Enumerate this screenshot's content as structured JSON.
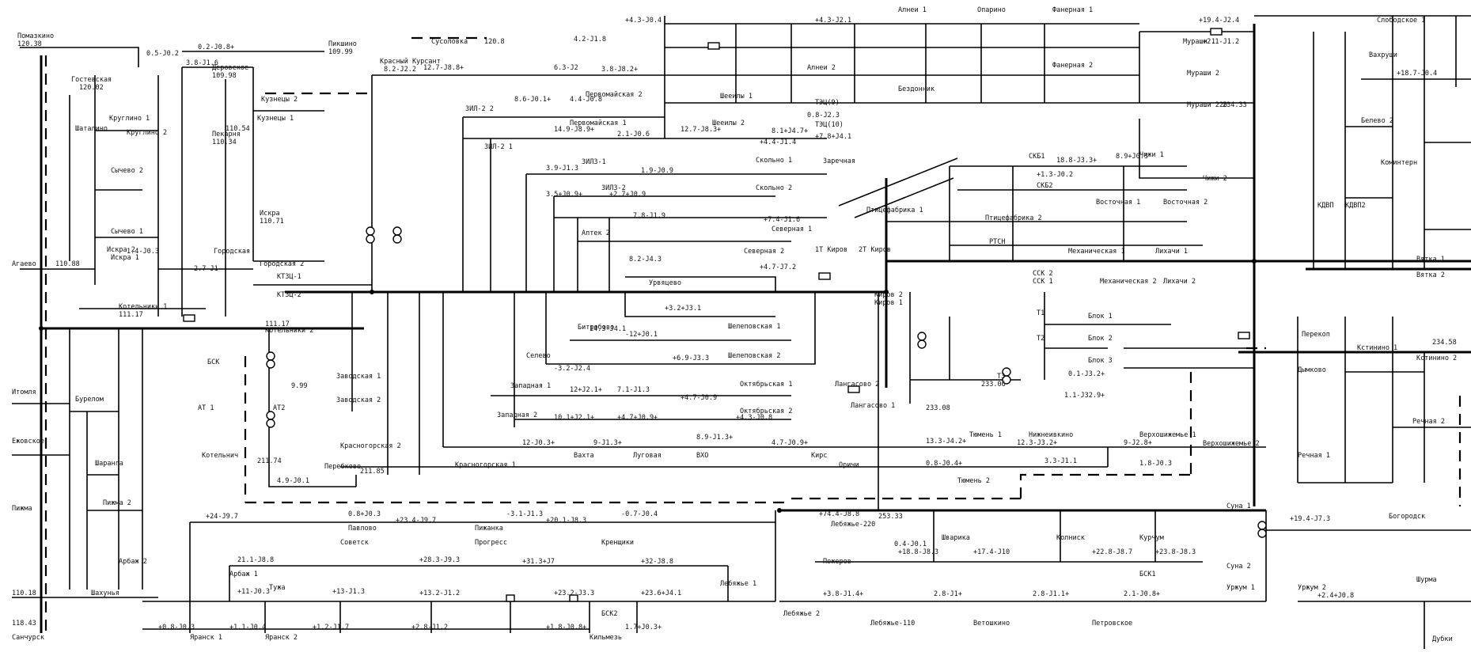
{
  "diagram": {
    "labels": [
      {
        "id": "pomazkino",
        "text": "Помазкино"
      },
      {
        "id": "pomazkino-v",
        "text": "120.38"
      },
      {
        "id": "gostevskaya",
        "text": "Гостевская"
      },
      {
        "id": "gostevskaya-v",
        "text": "120.02"
      },
      {
        "id": "kruglino1",
        "text": "Круглино 1"
      },
      {
        "id": "kruglino2",
        "text": "Круглино 2"
      },
      {
        "id": "shatalino",
        "text": "Шаталино"
      },
      {
        "id": "sychevo2",
        "text": "Сычево 2"
      },
      {
        "id": "sychevo1",
        "text": "Сычево 1"
      },
      {
        "id": "agaevo",
        "text": "Агаево"
      },
      {
        "id": "agaevo-v",
        "text": "110.88"
      },
      {
        "id": "kotelniki1",
        "text": "Котельники 1"
      },
      {
        "id": "kotelniki1-v",
        "text": "111.17"
      },
      {
        "id": "kotelniki2",
        "text": "Котельники 2"
      },
      {
        "id": "kotelniki2-v",
        "text": "111.17"
      },
      {
        "id": "iskra2",
        "text": "Искра 2"
      },
      {
        "id": "iskra1",
        "text": "Искра 1"
      },
      {
        "id": "gorodskaya",
        "text": "Городская"
      },
      {
        "id": "gorodskaya2",
        "text": "Городская 2"
      },
      {
        "id": "kuznetsy2",
        "text": "Кузнецы 2"
      },
      {
        "id": "kuznetsy1",
        "text": "Кузнецы 1"
      },
      {
        "id": "derovskoe",
        "text": "Деровское"
      },
      {
        "id": "derovskoe-v",
        "text": "109.98"
      },
      {
        "id": "pekarnya",
        "text": "Пекарня"
      },
      {
        "id": "pekarnya-v",
        "text": "110.34"
      },
      {
        "id": "pikshino",
        "text": "Пикшино"
      },
      {
        "id": "pikshino-v",
        "text": "109.99"
      },
      {
        "id": "iskra",
        "text": "Искра"
      },
      {
        "id": "iskra-v",
        "text": "110.71"
      },
      {
        "id": "ktz-1",
        "text": "КТЗЦ-1"
      },
      {
        "id": "ktz-2",
        "text": "КТЗЦ-2"
      },
      {
        "id": "krasny-kursant",
        "text": "Красный Курсант"
      },
      {
        "id": "sosolovka",
        "text": "Сусоловка"
      },
      {
        "id": "sosolovka-v",
        "text": "120.8"
      },
      {
        "id": "zil2",
        "text": "ЗИЛ-2 2"
      },
      {
        "id": "zil2b",
        "text": "ЗИЛ-2 1"
      },
      {
        "id": "pervomaiskaya2",
        "text": "Первомайская 2"
      },
      {
        "id": "pervomaiskaya1",
        "text": "Первомайская 1"
      },
      {
        "id": "sheremetevo1",
        "text": "Шееилы 1"
      },
      {
        "id": "sheremetevo2",
        "text": "Шееилы 2"
      },
      {
        "id": "tets9",
        "text": "ТЭЦ(9)"
      },
      {
        "id": "tets10",
        "text": "ТЭЦ(10)"
      },
      {
        "id": "zarechnaya",
        "text": "Заречная"
      },
      {
        "id": "zil3",
        "text": "ЗИЛ3-1"
      },
      {
        "id": "zil3b",
        "text": "ЗИЛ3-2"
      },
      {
        "id": "skolnino1",
        "text": "Скольно 1"
      },
      {
        "id": "skolnino2",
        "text": "Скольно 2"
      },
      {
        "id": "severnaya1",
        "text": "Северная 1"
      },
      {
        "id": "severnaya2",
        "text": "Северная 2"
      },
      {
        "id": "aptek",
        "text": "Аптек 2"
      },
      {
        "id": "urevo",
        "text": "Урвяцево"
      },
      {
        "id": "bitrovo",
        "text": "Битробово"
      },
      {
        "id": "shelepovskaya1",
        "text": "Шелеповская 1"
      },
      {
        "id": "shelepovskaya2",
        "text": "Шелеповская 2"
      },
      {
        "id": "selovo",
        "text": "Селево"
      },
      {
        "id": "zapadnaya1",
        "text": "Западная 1"
      },
      {
        "id": "zapadnaya2",
        "text": "Западная 2"
      },
      {
        "id": "oktyabrskaya1",
        "text": "Октябрьская 1"
      },
      {
        "id": "oktyabrskaya2",
        "text": "Октябрьская 2"
      },
      {
        "id": "zavodskaya1",
        "text": "Заводская 1"
      },
      {
        "id": "zavodskaya2",
        "text": "Заводская 2"
      },
      {
        "id": "krasnogorskaya",
        "text": "Красногорская 1"
      },
      {
        "id": "krasnogorskaya2",
        "text": "Красногорская 2"
      },
      {
        "id": "1tkirov",
        "text": "1Т Киров"
      },
      {
        "id": "2tkirov",
        "text": "2Т Киров"
      },
      {
        "id": "kirov1",
        "text": "Киров 1"
      },
      {
        "id": "kirov2",
        "text": "Киров 2"
      },
      {
        "id": "lagosovo",
        "text": "Лангасово 2"
      },
      {
        "id": "lagosovo1",
        "text": "Лангасово 1"
      },
      {
        "id": "ptitsefabrika1",
        "text": "Птицефабрика 1"
      },
      {
        "id": "ptitsefabrika2",
        "text": "Птицефабрика 2"
      },
      {
        "id": "rtsn",
        "text": "РТСН"
      },
      {
        "id": "skb1",
        "text": "СКБ1"
      },
      {
        "id": "skb2",
        "text": "СКБ2"
      },
      {
        "id": "ssk1",
        "text": "ССК 1"
      },
      {
        "id": "ssk2",
        "text": "ССК 2"
      },
      {
        "id": "vostochnaya1",
        "text": "Восточная 1"
      },
      {
        "id": "vostochnaya2",
        "text": "Восточная 2"
      },
      {
        "id": "chizhi1",
        "text": "Чижи 1"
      },
      {
        "id": "chizhi2",
        "text": "Чижи 2"
      },
      {
        "id": "mekhanicheskaya1",
        "text": "Механическая 1"
      },
      {
        "id": "mekhanicheskaya2",
        "text": "Механическая 2"
      },
      {
        "id": "likhachi1",
        "text": "Лихачи 1"
      },
      {
        "id": "likhachi2",
        "text": "Лихачи 2"
      },
      {
        "id": "blok1",
        "text": "Блок 1"
      },
      {
        "id": "blok2",
        "text": "Блок 2"
      },
      {
        "id": "blok3",
        "text": "Блок 3"
      },
      {
        "id": "t1",
        "text": "Т1"
      },
      {
        "id": "t2",
        "text": "Т2"
      },
      {
        "id": "t3",
        "text": "Т3"
      },
      {
        "id": "kirov-v",
        "text": "233.06"
      },
      {
        "id": "kirov-v2",
        "text": "233.08"
      },
      {
        "id": "at1",
        "text": "АТ 1"
      },
      {
        "id": "at2",
        "text": "АТ2"
      },
      {
        "id": "murashi1",
        "text": "Мураши 1"
      },
      {
        "id": "murashi2",
        "text": "Мураши 2"
      },
      {
        "id": "murashi220",
        "text": "Мураши 220"
      },
      {
        "id": "murashi220-v",
        "text": "234.33"
      },
      {
        "id": "alekseevo1",
        "text": "Алнеи 1"
      },
      {
        "id": "alekseevo2",
        "text": "Алнеи 2"
      },
      {
        "id": "bezdonnik",
        "text": "Бездонник"
      },
      {
        "id": "fanernaya1",
        "text": "Фанерная 1"
      },
      {
        "id": "fanernaya2",
        "text": "Фанерная 2"
      },
      {
        "id": "opatino",
        "text": "Опарино"
      },
      {
        "id": "slobodskoe1",
        "text": "Слободское 1"
      },
      {
        "id": "vakhrushi",
        "text": "Вахруши"
      },
      {
        "id": "belevo2",
        "text": "Белево 2"
      },
      {
        "id": "kominter",
        "text": "Коминтерн"
      },
      {
        "id": "kdvp",
        "text": "КДВП"
      },
      {
        "id": "kdvp2",
        "text": "КДВП2"
      },
      {
        "id": "vyatka1",
        "text": "Вятка 1"
      },
      {
        "id": "vyatka2",
        "text": "Вятка 2"
      },
      {
        "id": "kstinino1",
        "text": "Кстинино 1"
      },
      {
        "id": "kstinino2",
        "text": "Кстинино 2"
      },
      {
        "id": "kstinino-v",
        "text": "234.58"
      },
      {
        "id": "perekop",
        "text": "Перекоп"
      },
      {
        "id": "dymkovo",
        "text": "Дымково"
      },
      {
        "id": "rechnaya1",
        "text": "Речная 1"
      },
      {
        "id": "rechnaya2",
        "text": "Речная 2"
      },
      {
        "id": "verkhoshizhemye1",
        "text": "Верхошижемье 1"
      },
      {
        "id": "verkhoshizhemye2",
        "text": "Верхошижемье 2"
      },
      {
        "id": "tyumen1",
        "text": "Тюмень 1"
      },
      {
        "id": "tyumen2",
        "text": "Тюмень 2"
      },
      {
        "id": "nizhneivkino",
        "text": "Нижнеивкино"
      },
      {
        "id": "orichi",
        "text": "Оричи"
      },
      {
        "id": "vakhta",
        "text": "Вахта"
      },
      {
        "id": "lugovaya",
        "text": "Луговая"
      },
      {
        "id": "vkhk",
        "text": "ВХО"
      },
      {
        "id": "kirs",
        "text": "Кирс"
      },
      {
        "id": "perebkovo",
        "text": "Перебково"
      },
      {
        "id": "kotelnich",
        "text": "Котельнич"
      },
      {
        "id": "itomlya",
        "text": "Итомля"
      },
      {
        "id": "burelom",
        "text": "Бурелом"
      },
      {
        "id": "sharanga",
        "text": "Шаранга"
      },
      {
        "id": "pizhma2",
        "text": "Пижма 2"
      },
      {
        "id": "pizhma",
        "text": "Пижма"
      },
      {
        "id": "shakhunya",
        "text": "Шахунья"
      },
      {
        "id": "shakhunya-v",
        "text": "110.18"
      },
      {
        "id": "ezhovskoe",
        "text": "Ежовское"
      },
      {
        "id": "arbazh1",
        "text": "Арбаж 1"
      },
      {
        "id": "arbazh2",
        "text": "Арбаж 2"
      },
      {
        "id": "tuzha",
        "text": "Тужа"
      },
      {
        "id": "sovetsk",
        "text": "Советск"
      },
      {
        "id": "progress",
        "text": "Прогресс"
      },
      {
        "id": "krechenki",
        "text": "Кренщики"
      },
      {
        "id": "lebyazhye1",
        "text": "Лебяжье 1"
      },
      {
        "id": "lebyazhye2",
        "text": "Лебяжье 2"
      },
      {
        "id": "lebyazhye220",
        "text": "Лебяжье-220"
      },
      {
        "id": "lebyazhye110",
        "text": "Лебяжье-110"
      },
      {
        "id": "pizhanka",
        "text": "Пижанка"
      },
      {
        "id": "pavlovo",
        "text": "Павлово"
      },
      {
        "id": "shvarikha",
        "text": "Шварика"
      },
      {
        "id": "kolnish",
        "text": "Колниск"
      },
      {
        "id": "kurchum",
        "text": "Курчум"
      },
      {
        "id": "urzhum1",
        "text": "Уржум 1"
      },
      {
        "id": "urzhum2",
        "text": "Уржум 2"
      },
      {
        "id": "vatoshino",
        "text": "Ветошкино"
      },
      {
        "id": "petrovskoe",
        "text": "Петровское"
      },
      {
        "id": "sanchursk",
        "text": "Санчурск"
      },
      {
        "id": "yaransk1",
        "text": "Яранск 1"
      },
      {
        "id": "yaransk2",
        "text": "Яранск 2"
      },
      {
        "id": "kilmez",
        "text": "Кильмезь"
      },
      {
        "id": "suna1",
        "text": "Суна 1"
      },
      {
        "id": "suna2",
        "text": "Суна 2"
      },
      {
        "id": "bogorodsk",
        "text": "Богородск"
      },
      {
        "id": "shurma",
        "text": "Шурма"
      },
      {
        "id": "dubki",
        "text": "Дубки"
      },
      {
        "id": "bsk",
        "text": "БСК"
      },
      {
        "id": "bsk1",
        "text": "БСК1"
      },
      {
        "id": "bsk2",
        "text": "БСК2"
      },
      {
        "id": "pomeroy",
        "text": "Пожеров"
      },
      {
        "id": "verkhsunye",
        "text": "118.43"
      }
    ],
    "values": [
      {
        "id": "v1",
        "text": "0.2-J0.8+"
      },
      {
        "id": "v2",
        "text": "3.8-J1.6"
      },
      {
        "id": "v3",
        "text": "0.5-J0.2"
      },
      {
        "id": "v4",
        "text": "12.7-J8.8+"
      },
      {
        "id": "v5",
        "text": "8.2-J2.2"
      },
      {
        "id": "v6",
        "text": "6.3-J2"
      },
      {
        "id": "v7",
        "text": "3.8-J8.2+"
      },
      {
        "id": "v8",
        "text": "+4.3-J0.4"
      },
      {
        "id": "v9",
        "text": "4.2-J1.8"
      },
      {
        "id": "v10",
        "text": "+19.4-J2.4"
      },
      {
        "id": "v11",
        "text": "+2.1-J1.2"
      },
      {
        "id": "v12",
        "text": "+18.7-J0.4"
      },
      {
        "id": "v13",
        "text": "+4.3-J2.1"
      },
      {
        "id": "v14",
        "text": "8.6-J0.1+"
      },
      {
        "id": "v15",
        "text": "4.4-J0.8"
      },
      {
        "id": "v16",
        "text": "14.9-J8.9+"
      },
      {
        "id": "v17",
        "text": "2.1-J0.6"
      },
      {
        "id": "v18",
        "text": "12.7-J8.3+"
      },
      {
        "id": "v19",
        "text": "+4.4-J1.4"
      },
      {
        "id": "v20",
        "text": "0.8-J2.3"
      },
      {
        "id": "v21",
        "text": "8.1+J4.7+"
      },
      {
        "id": "v22",
        "text": "+7.8+J4.1"
      },
      {
        "id": "v23",
        "text": "3.9-J1.3"
      },
      {
        "id": "v24",
        "text": "1.9-J0.9"
      },
      {
        "id": "v25",
        "text": "3.5+J0.9+"
      },
      {
        "id": "v26",
        "text": "+2.7+J0.9"
      },
      {
        "id": "v27",
        "text": "7.8-J1.9"
      },
      {
        "id": "v28",
        "text": "+7.4-J1.6"
      },
      {
        "id": "v29",
        "text": "8.2-J4.3"
      },
      {
        "id": "v30",
        "text": "+4.7-J7.2"
      },
      {
        "id": "v31",
        "text": "+3.2+J3.1"
      },
      {
        "id": "v32",
        "text": "14.3-J4.1"
      },
      {
        "id": "v33",
        "text": "-12+J0.1"
      },
      {
        "id": "v34",
        "text": "+6.9-J3.3"
      },
      {
        "id": "v35",
        "text": "-3.2-J2.4"
      },
      {
        "id": "v36",
        "text": "12+J2.1+"
      },
      {
        "id": "v37",
        "text": "7.1-J1.3"
      },
      {
        "id": "v38",
        "text": "+4.7-J0.9"
      },
      {
        "id": "v39",
        "text": "10.1+J2.1+"
      },
      {
        "id": "v40",
        "text": "+4.7+J0.9+"
      },
      {
        "id": "v41",
        "text": "+4.3-J0.8"
      },
      {
        "id": "v42",
        "text": "12-J0.3+"
      },
      {
        "id": "v43",
        "text": "9-J1.3+"
      },
      {
        "id": "v44",
        "text": "8.9-J1.3+"
      },
      {
        "id": "v45",
        "text": "4.7-J0.9+"
      },
      {
        "id": "v46",
        "text": "13.3-J4.2+"
      },
      {
        "id": "v47",
        "text": "0.8-J0.4+"
      },
      {
        "id": "v48",
        "text": "12.3-J3.2+"
      },
      {
        "id": "v49",
        "text": "3.3-J1.1"
      },
      {
        "id": "v50",
        "text": "9-J2.8+"
      },
      {
        "id": "v51",
        "text": "1.8-J0.3"
      },
      {
        "id": "v52",
        "text": "18.8-J3.3+"
      },
      {
        "id": "v53",
        "text": "+1.3-J0.2"
      },
      {
        "id": "v54",
        "text": "8.9+J0.3"
      },
      {
        "id": "v55",
        "text": "0.1-J3.2+"
      },
      {
        "id": "v56",
        "text": "1.1-J32.9+"
      },
      {
        "id": "v57",
        "text": "+19.4-J7.3"
      },
      {
        "id": "v58",
        "text": "+24-J9.7"
      },
      {
        "id": "v59",
        "text": "0.8+J0.3"
      },
      {
        "id": "v60",
        "text": "+23.4-J9.7"
      },
      {
        "id": "v61",
        "text": "-3.1-J1.3"
      },
      {
        "id": "v62",
        "text": "+20.1-J8.3"
      },
      {
        "id": "v63",
        "text": "-0.7-J0.4"
      },
      {
        "id": "v64",
        "text": "21.1-J8.8"
      },
      {
        "id": "v65",
        "text": "+28.3-J9.3"
      },
      {
        "id": "v66",
        "text": "+31.3+J7"
      },
      {
        "id": "v67",
        "text": "+32-J8.8"
      },
      {
        "id": "v68",
        "text": "+11-J0.3"
      },
      {
        "id": "v69",
        "text": "+13-J1.3"
      },
      {
        "id": "v70",
        "text": "+13.2-J1.2"
      },
      {
        "id": "v71",
        "text": "+23.2-J3.3"
      },
      {
        "id": "v72",
        "text": "+23.6+J4.1"
      },
      {
        "id": "v73",
        "text": "+74.4-J8.8"
      },
      {
        "id": "v74",
        "text": "0.4-J0.1"
      },
      {
        "id": "v75",
        "text": "+18.8-J8.3"
      },
      {
        "id": "v76",
        "text": "+17.4-J10"
      },
      {
        "id": "v77",
        "text": "+22.8-J8.7"
      },
      {
        "id": "v78",
        "text": "+23.8-J8.3"
      },
      {
        "id": "v79",
        "text": "+3.8-J1.4+"
      },
      {
        "id": "v80",
        "text": "2.8-J1+"
      },
      {
        "id": "v81",
        "text": "2.8-J1.1+"
      },
      {
        "id": "v82",
        "text": "2.1-J0.8+"
      },
      {
        "id": "v83",
        "text": "+2.4+J0.8"
      },
      {
        "id": "v84",
        "text": "+0.8-J0.3"
      },
      {
        "id": "v85",
        "text": "+1.1-J0.4"
      },
      {
        "id": "v86",
        "text": "+1.2-J1.7"
      },
      {
        "id": "v87",
        "text": "+2.8-J1.2"
      },
      {
        "id": "v88",
        "text": "+1.8-J0.8+"
      },
      {
        "id": "v89",
        "text": "1.7+J0.3+"
      },
      {
        "id": "v90",
        "text": "2.7-J1"
      },
      {
        "id": "v91",
        "text": "1.4-J0.3"
      },
      {
        "id": "v92",
        "text": "4.9-J0.1"
      },
      {
        "id": "v93",
        "text": "9.99"
      },
      {
        "id": "v94",
        "text": "211.85"
      },
      {
        "id": "v95",
        "text": "211.74"
      },
      {
        "id": "v96",
        "text": "253.33"
      },
      {
        "id": "v97",
        "text": "110.54"
      }
    ]
  }
}
